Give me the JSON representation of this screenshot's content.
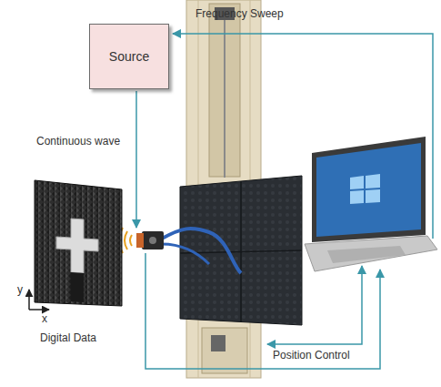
{
  "diagram": {
    "nodes": [
      {
        "text": [
          "Source"
        ]
      }
    ],
    "labels": [
      "Frequency Sweep",
      "Continuous wave",
      "Digital Data",
      "Position Control",
      "y",
      "x"
    ]
  }
}
